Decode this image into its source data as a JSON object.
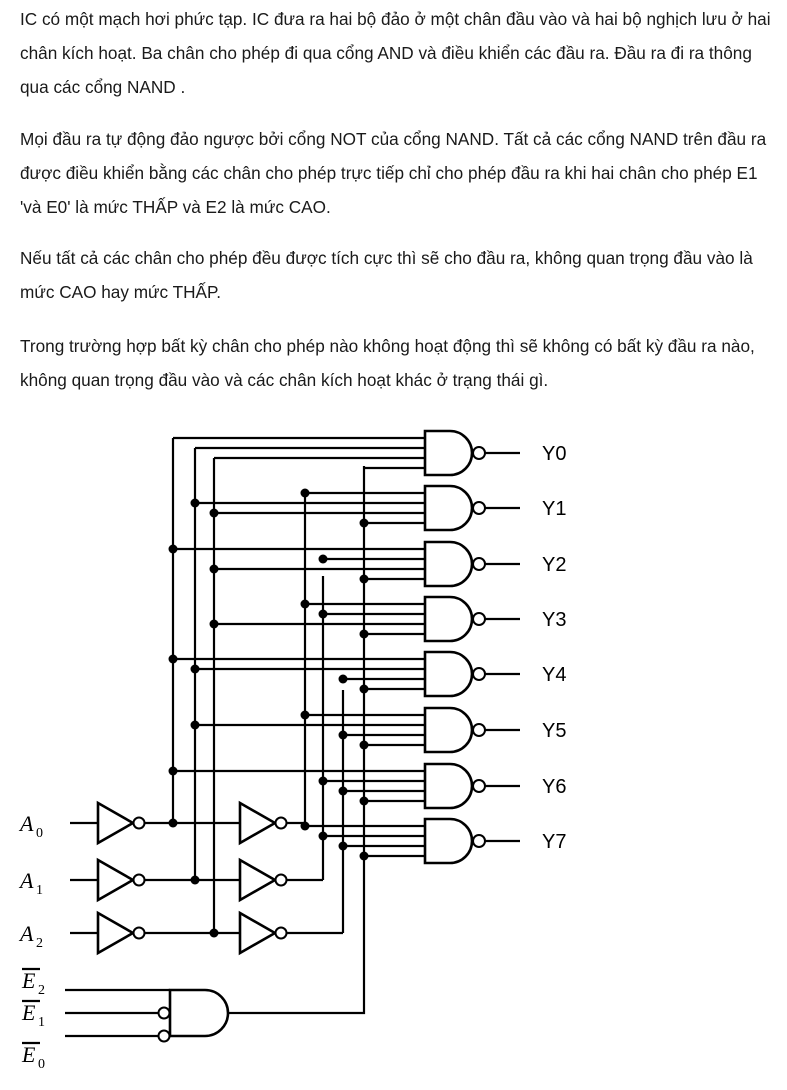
{
  "paragraphs": [
    "IC có một mạch hơi phức tạp. IC đưa ra hai bộ đảo ở một chân đầu vào và hai bộ nghịch lưu ở hai chân kích hoạt. Ba chân cho phép đi qua cổng AND và điều khiển các đầu ra. Đầu ra đi ra thông qua các cổng NAND .",
    "Mọi đầu ra tự động đảo ngược bởi cổng NOT của cổng NAND. Tất cả các cổng NAND trên đầu ra được điều khiển bằng các chân cho phép trực tiếp chỉ cho phép đầu ra khi hai chân cho phép E1 'và E0' là mức THẤP và E2 là mức CAO.",
    "Nếu tất cả các chân cho phép đều được tích cực thì sẽ cho đầu ra, không quan trọng đầu vào là mức CAO hay mức THẤP.",
    "Trong trường hợp bất kỳ chân cho phép nào không hoạt động thì sẽ không có bất kỳ đầu ra nào, không quan trọng đầu vào và các chân kích hoạt khác ở trạng thái gì."
  ],
  "diagram": {
    "outputs": [
      "Y0",
      "Y1",
      "Y2",
      "Y3",
      "Y4",
      "Y5",
      "Y6",
      "Y7"
    ],
    "inputs": [
      {
        "letter": "A",
        "sub": "0"
      },
      {
        "letter": "A",
        "sub": "1"
      },
      {
        "letter": "A",
        "sub": "2"
      }
    ],
    "enables": [
      {
        "letter": "E",
        "sub": "2"
      },
      {
        "letter": "E",
        "sub": "1"
      },
      {
        "letter": "E",
        "sub": "0"
      }
    ]
  }
}
